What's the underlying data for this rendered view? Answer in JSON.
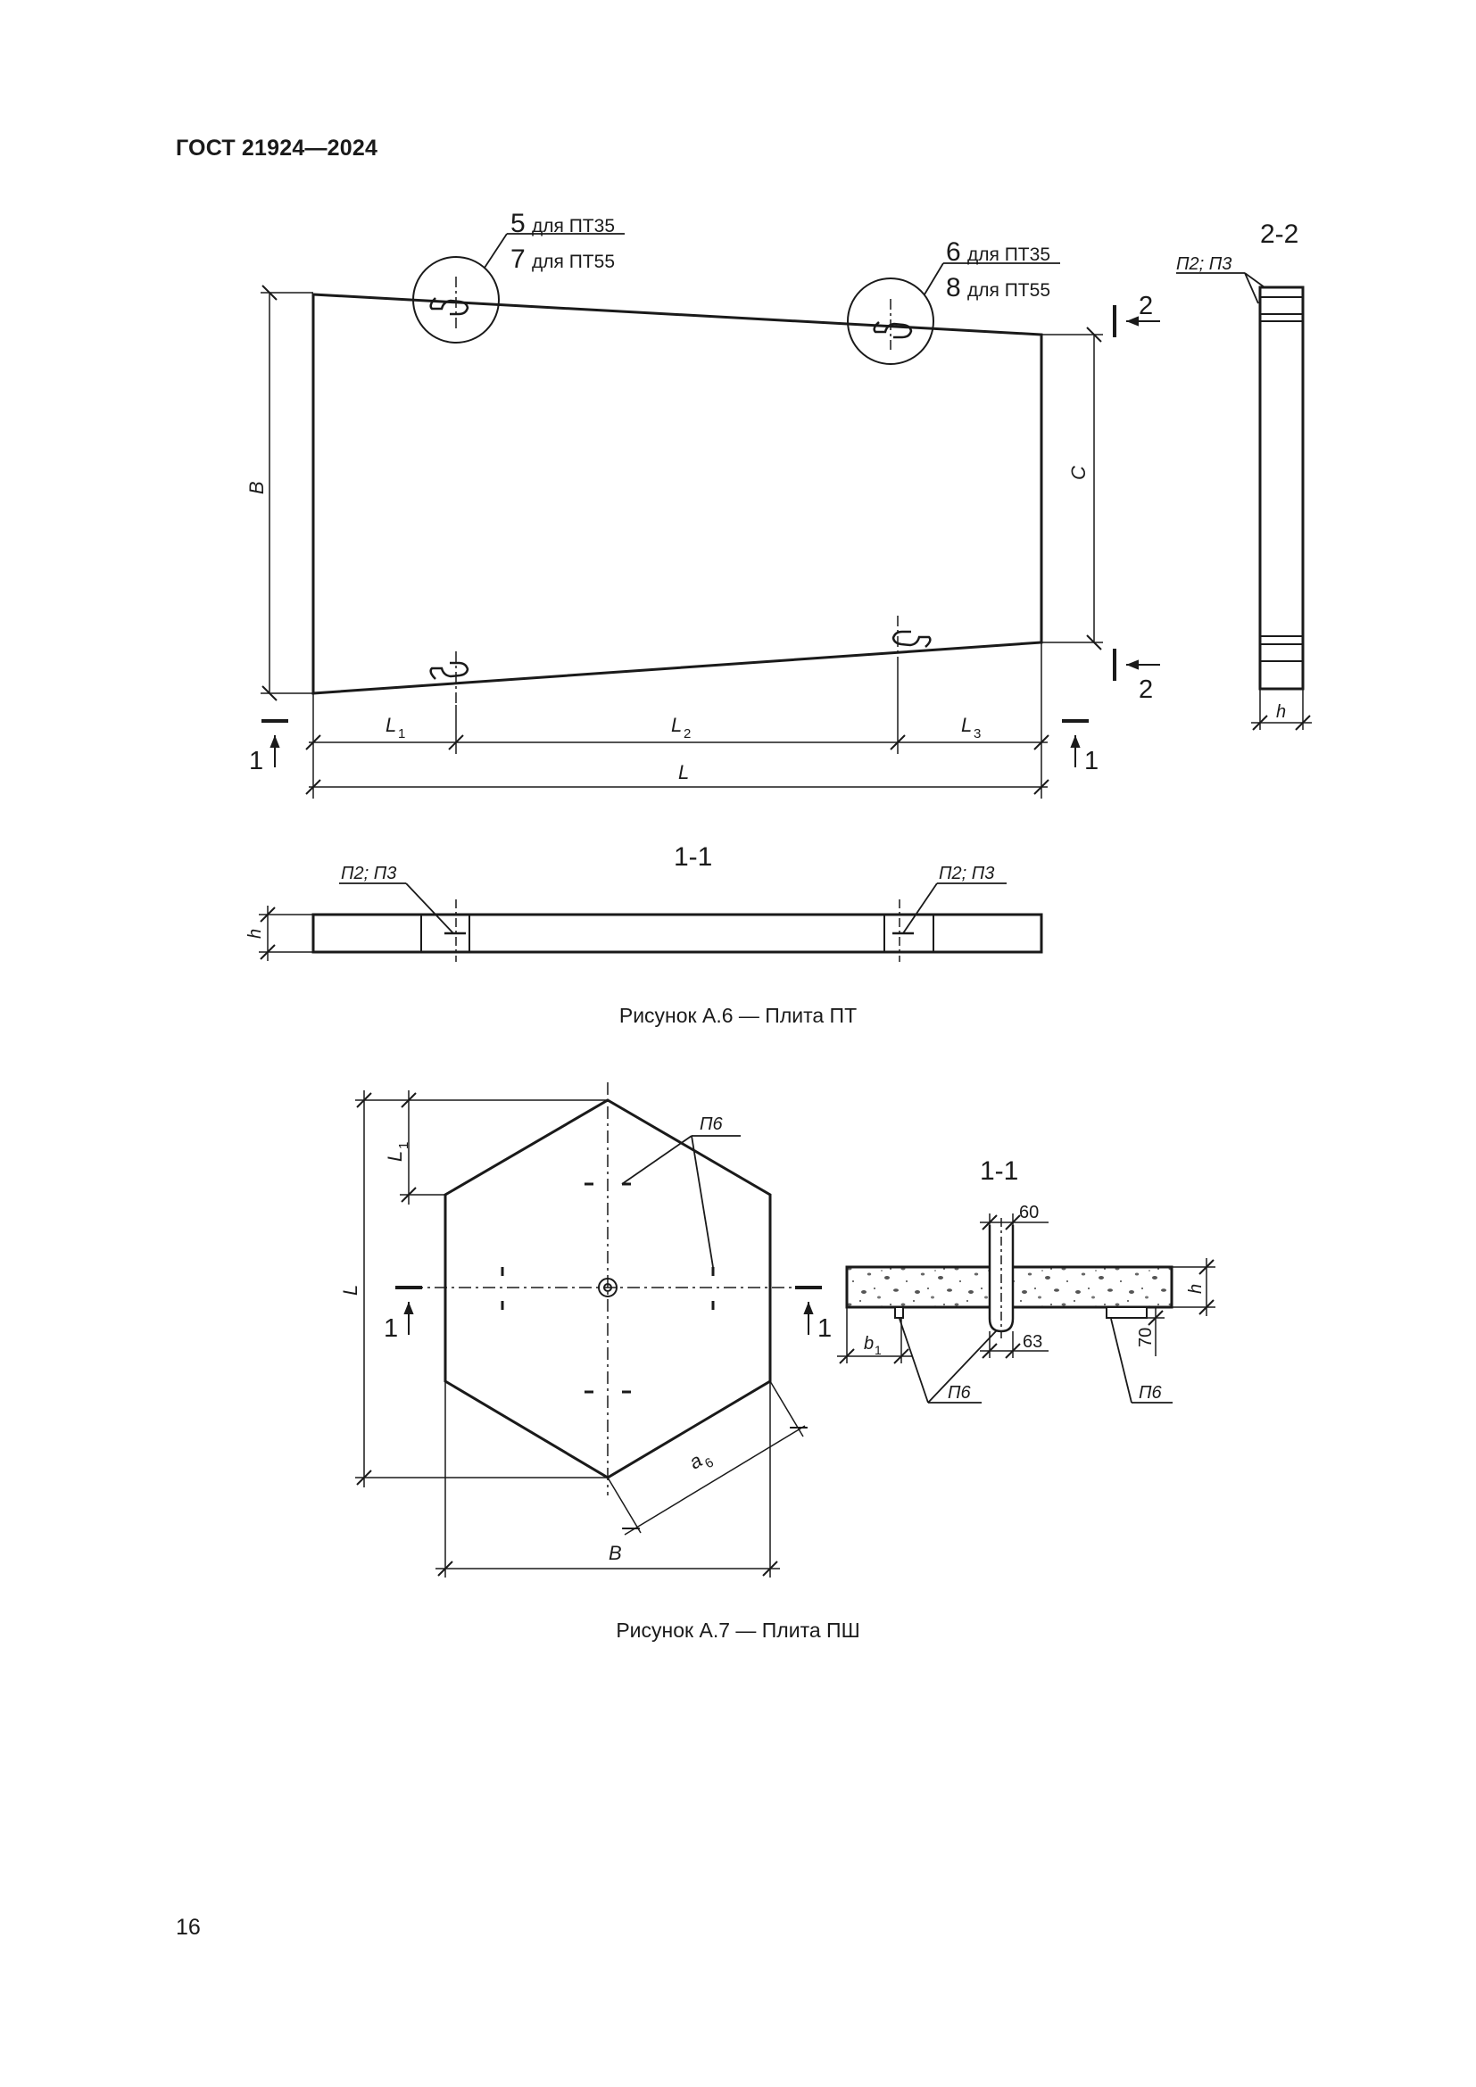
{
  "header": {
    "standard": "ГОСТ 21924—2024"
  },
  "page_number": "16",
  "figure_a6": {
    "caption": "Рисунок А.6 — Плита ПТ",
    "callout_top_left": {
      "line1_num": "5",
      "line1_text": "для ПТ35",
      "line2_num": "7",
      "line2_text": "для ПТ55"
    },
    "callout_top_right": {
      "line1_num": "6",
      "line1_text": "для ПТ35",
      "line2_num": "8",
      "line2_text": "для ПТ55"
    },
    "dim_B": "B",
    "dim_C": "C",
    "dim_L1": "L",
    "dim_L1_sub": "1",
    "dim_L2": "L",
    "dim_L2_sub": "2",
    "dim_L3": "L",
    "dim_L3_sub": "3",
    "dim_L": "L",
    "section_11_marker": "1",
    "section_22_marker": "2",
    "section_22_title": "2-2",
    "section_22_label": "П2; П3",
    "section_22_h": "h",
    "section_11_title": "1-1",
    "section_11_label_left": "П2; П3",
    "section_11_label_right": "П2; П3",
    "section_11_h": "h"
  },
  "figure_a7": {
    "caption": "Рисунок А.7 — Плита ПШ",
    "label_p6": "П6",
    "dim_L": "L",
    "dim_L1": "L",
    "dim_L1_sub": "1",
    "dim_B": "B",
    "dim_a6": "a",
    "dim_a6_sub": "6",
    "section_marker": "1",
    "section_title": "1-1",
    "dim_60": "60",
    "dim_63": "63",
    "dim_70": "70",
    "dim_h": "h",
    "dim_b1": "b",
    "dim_b1_sub": "1",
    "label_p6_left": "П6",
    "label_p6_right": "П6"
  }
}
